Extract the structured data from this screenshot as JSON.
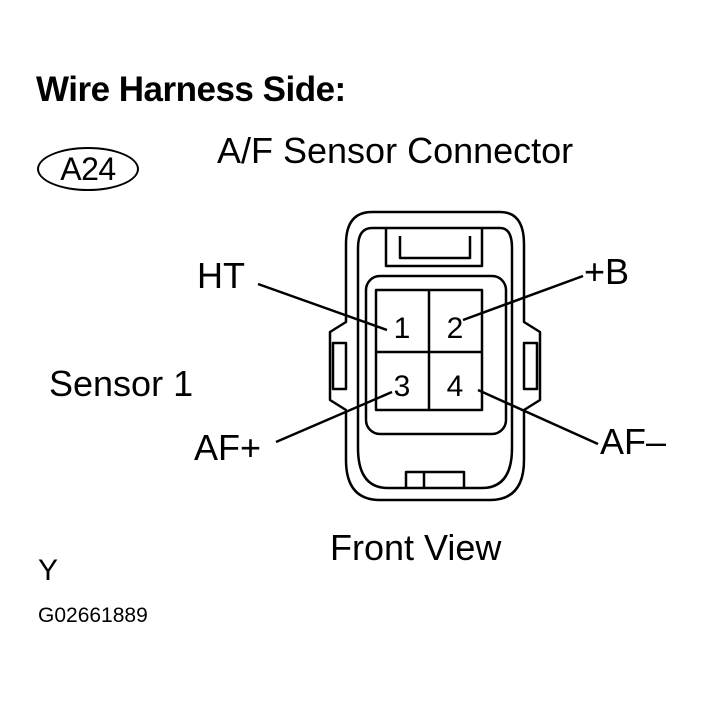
{
  "heading": "Wire Harness Side:",
  "connector_code": "A24",
  "connector_title": "A/F Sensor Connector",
  "sensor_label": "Sensor 1",
  "view_label": "Front View",
  "corner_letter": "Y",
  "figure_code": "G02661889",
  "pins": [
    {
      "number": "1",
      "signal": "HT"
    },
    {
      "number": "2",
      "signal": "+B"
    },
    {
      "number": "3",
      "signal": "AF+"
    },
    {
      "number": "4",
      "signal": "AF–"
    }
  ]
}
